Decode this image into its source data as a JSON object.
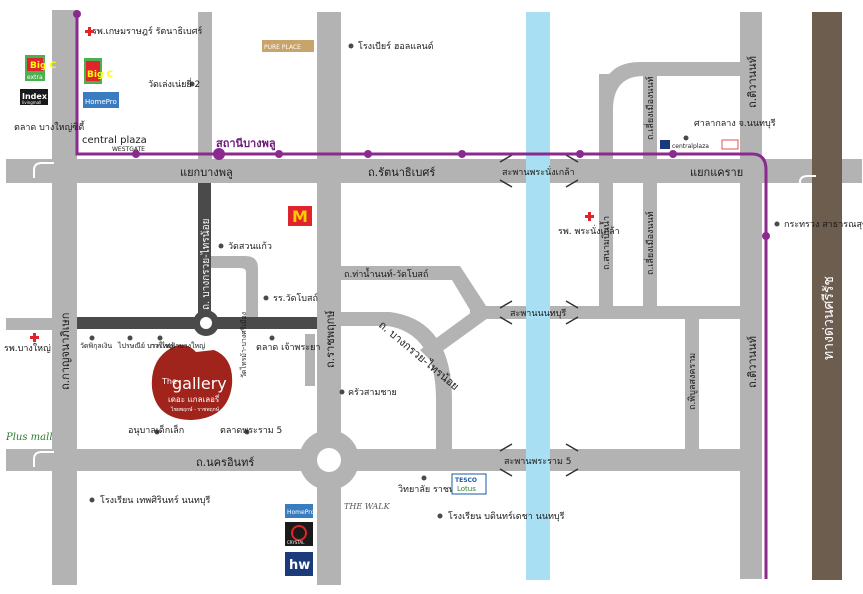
{
  "colors": {
    "road": "#b3b3b3",
    "road_dark": "#4a4a4a",
    "river": "#a8dff2",
    "expressway": "#6d5d4f",
    "mrt": "#8a2a8f",
    "gallery": "#a1241c",
    "hospital": "#e0242b"
  },
  "roads": {
    "ratthanathibet": "ถ.รัตนาธิเบศร์",
    "nakhon_in": "ถ.นครอินทร์",
    "kanchanaphisek": "ถ.กาญจนาภิเษก",
    "ratchaphruek": "ถ.ราชพฤกษ์",
    "tiwanon_top": "ถ.ติวานนท์",
    "tiwanon_bottom": "ถ.ติวานนท์",
    "bang_kruai_sai_noi_v": "ถ. บางกรวย-ไทรน้อย",
    "bang_kruai_sai_noi_d": "ถ. บางกรวย-ไทรน้อย",
    "tha_nam_wat_bo": "ถ.ท่าน้ำนนท์-วัดโบสถ์",
    "sanam_bin_nam": "ถ.สนามบินน้ำ",
    "liang_mueang_1": "ถ.เลี่ยงเมืองนนท์",
    "liang_mueang_2": "ถ.เลี่ยงเมืองนนท์",
    "phibun_songkhram": "ถ.พิบูลสงคราม",
    "wat_sai_ma": "วัดไทรม้า-บางศรีเมือง",
    "expressway": "ทางด่วนศรีรัช",
    "bangyai_city": "ตลาด บางใหญ่ซิตี้"
  },
  "bridges": {
    "phra_nang_klao": "สะพานพระนั่งเกล้า",
    "nonthaburi": "สะพานนนทบุรี",
    "rama5": "สะพานพระราม 5"
  },
  "junctions": {
    "bang_phlu": "แยกบางพลู",
    "khae_rai": "แยกแคราย"
  },
  "station": "สถานีบางพลู",
  "gallery": {
    "the": "The",
    "name": "gallery",
    "thai": "เดอะ แกลเลอรี่",
    "sub": "ไชยพฤกษ์ - ราชพฤกษ์"
  },
  "places": {
    "kasemrad": "รพ.เกษมราษฎร์ รัตนาธิเบศร์",
    "wat_lengnoei": "วัดเล่งเน่ยยี่ 2",
    "pure_place": "PURE PLACE",
    "rongbeer": "โรงเบียร์ ฮอลแลนด์",
    "wat_suan_kaeo": "วัดสวนแก้ว",
    "rr_wat_bot": "รร.วัดโบสถ์",
    "talat_chao_phraya": "ตลาด เจ้าพระยา",
    "wat_phikul_ngoen": "วัดพิกุลเงิน",
    "praisani": "ไปรษณีย์ บางใหญ่",
    "kanfaifa": "การไฟฟ้าบางใหญ่",
    "rp_bang_yai": "รพ.บางใหญ่",
    "khrua_sam_chai": "ครัวสามชาย",
    "anuban": "อนุบาลเด็กเล็ก",
    "talat_rama5": "ตลาดพระราม 5",
    "rr_thepsirin": "โรงเรียน เทพศิรินทร์ นนทบุรี",
    "ratchaphruek_college": "วิทยาลัย ราชพฤกษ์",
    "rr_bodin": "โรงเรียน บดินทร์เดชา นนทบุรี",
    "rp_phra_nang_klao": "รพ. พระนั่งเกล้า",
    "sala_klang": "ศาลากลาง จ.นนทบุรี",
    "moph": "กระทรวง สาธารณสุข",
    "the_walk": "THE WALK",
    "tesco": "TESCO",
    "lotus": "Lotus",
    "plus_mall": "Plus mall",
    "central_westgate": "central plaza",
    "westgate": "WESTGATE",
    "central_small": "centralplaza",
    "big_c": "Big C",
    "big_c_extra": "extra",
    "index": "Index",
    "index_sub": "livingmall",
    "homepro": "HomePro",
    "homepro2": "HomePro",
    "crystal": "CRYSTAL",
    "hw": "hw",
    "mcd": "M"
  }
}
